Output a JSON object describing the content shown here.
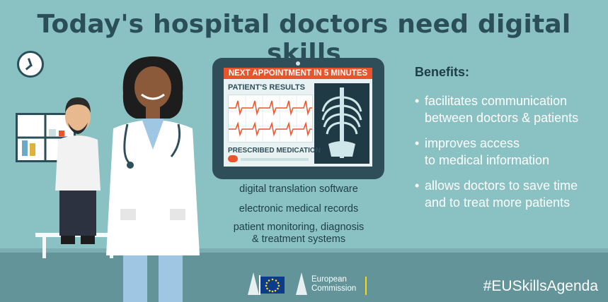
{
  "title": "Today's hospital doctors need digital skills",
  "tablet": {
    "banner": "NEXT APPOINTMENT IN 5 MINUTES",
    "results_label": "PATIENT'S RESULTS",
    "medication_label": "PRESCRIBED MEDICATION"
  },
  "features": [
    "digital translation software",
    "electronic medical records",
    "patient monitoring, diagnosis",
    "& treatment systems"
  ],
  "benefits": {
    "title": "Benefits:",
    "items": [
      {
        "line1": "facilitates communication",
        "line2": "between doctors & patients"
      },
      {
        "line1": "improves access",
        "line2": "to medical information"
      },
      {
        "line1": "allows doctors to save time",
        "line2": "and to treat more patients"
      }
    ]
  },
  "footer": {
    "logo_line1": "European",
    "logo_line2": "Commission",
    "hashtag": "#EUSkillsAgenda"
  },
  "colors": {
    "background": "#8ac1c3",
    "title": "#2a4f58",
    "accent": "#e9542b",
    "floor": "#63949a"
  }
}
